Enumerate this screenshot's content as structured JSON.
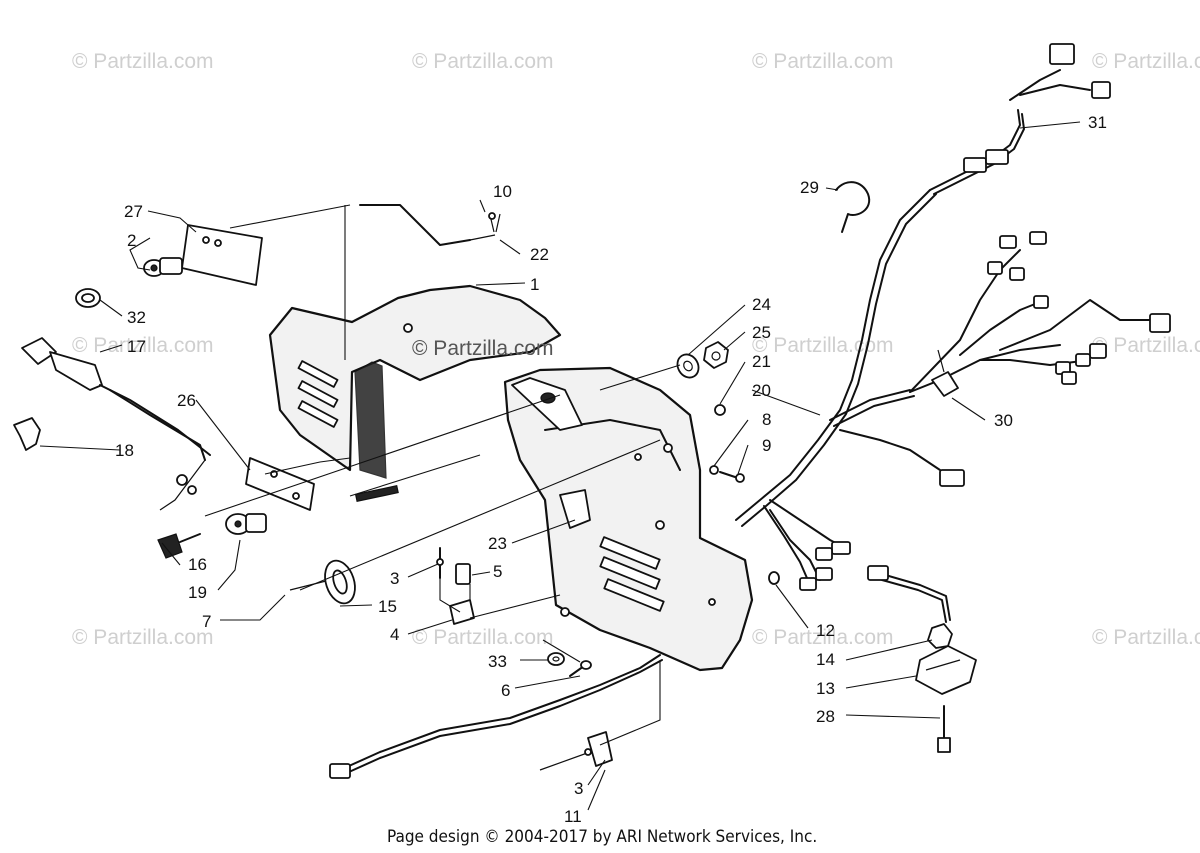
{
  "watermarks": {
    "text": "© Partzilla.com",
    "center_text": "© Partzilla.com"
  },
  "footer": {
    "text": "Page design © 2004-2017 by ARI Network Services, Inc."
  },
  "callouts": {
    "c1": "1",
    "c2": "2",
    "c3a": "3",
    "c3b": "3",
    "c4": "4",
    "c5": "5",
    "c6": "6",
    "c7": "7",
    "c8": "8",
    "c9": "9",
    "c10": "10",
    "c11": "11",
    "c12": "12",
    "c13": "13",
    "c14": "14",
    "c15": "15",
    "c16": "16",
    "c17": "17",
    "c18": "18",
    "c19": "19",
    "c20": "20",
    "c21": "21",
    "c22": "22",
    "c23": "23",
    "c24": "24",
    "c25": "25",
    "c26": "26",
    "c27": "27",
    "c28": "28",
    "c29": "29",
    "c30": "30",
    "c31": "31",
    "c32": "32",
    "c33": "33"
  },
  "colors": {
    "ink": "#111111",
    "watermark": "#cfcfcf",
    "background": "#ffffff"
  }
}
